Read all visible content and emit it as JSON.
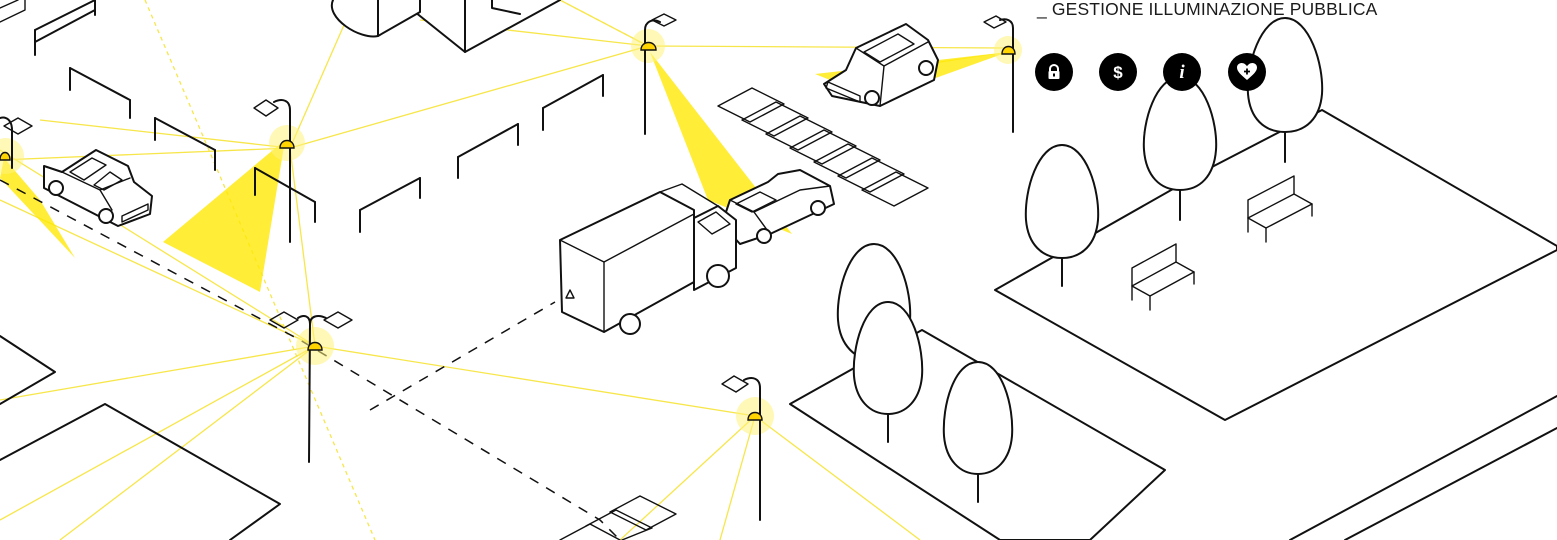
{
  "header": {
    "title": "_ GESTIONE ILLUMINAZIONE PUBBLICA"
  },
  "services": [
    {
      "id": "security",
      "icon": "lock-icon"
    },
    {
      "id": "payments",
      "icon": "dollar-icon"
    },
    {
      "id": "information",
      "icon": "info-icon"
    },
    {
      "id": "health",
      "icon": "heart-plus-icon"
    }
  ],
  "colors": {
    "light": "#ffe800",
    "network": "#f7e64a",
    "ink": "#111111",
    "icon_bg": "#000000",
    "icon_fg": "#ffffff"
  }
}
